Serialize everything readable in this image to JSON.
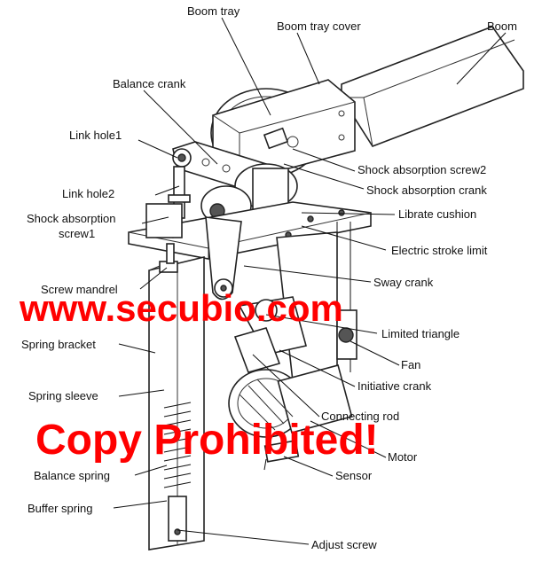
{
  "labels": {
    "boom_tray": "Boom tray",
    "boom_tray_cover": "Boom tray cover",
    "boom": "Boom",
    "balance_crank": "Balance crank",
    "link_hole1": "Link hole1",
    "link_hole2": "Link hole2",
    "shock_absorption_screw1_a": "Shock absorption",
    "shock_absorption_screw1_b": "screw1",
    "shock_absorption_screw2": "Shock absorption screw2",
    "shock_absorption_crank": "Shock absorption crank",
    "librate_cushion": "Librate cushion",
    "electric_stroke_limit": "Electric stroke limit",
    "screw_mandrel": "Screw mandrel",
    "sway_crank": "Sway crank",
    "limited_triangle": "Limited triangle",
    "spring_bracket": "Spring bracket",
    "fan": "Fan",
    "spring_sleeve": "Spring sleeve",
    "initiative_crank": "Initiative crank",
    "connecting_rod": "Connecting rod",
    "motor": "Motor",
    "balance_spring": "Balance spring",
    "sensor": "Sensor",
    "buffer_spring": "Buffer spring",
    "adjust_screw": "Adjust screw"
  },
  "watermark": {
    "url": "www.secubio.com",
    "notice": "Copy Prohibited!"
  },
  "colors": {
    "watermark": "#ff0000",
    "line": "#111111"
  }
}
